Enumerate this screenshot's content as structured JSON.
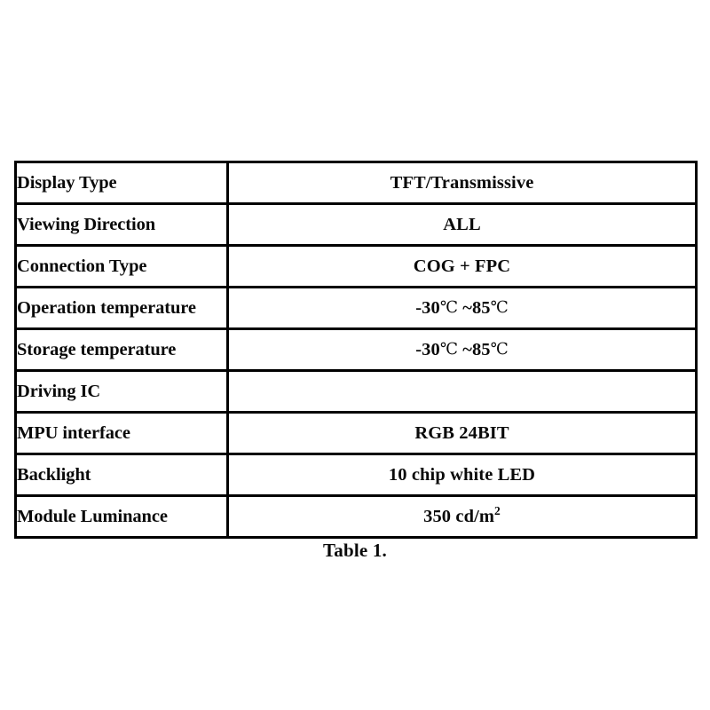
{
  "document": {
    "background_color": "#ffffff",
    "text_color": "#0a0a0a",
    "border_color": "#000000"
  },
  "table": {
    "caption": "Table 1.",
    "column_count": 2,
    "row_count": 9,
    "rows": [
      {
        "label": "Display Type",
        "value": "TFT/Transmissive"
      },
      {
        "label": "Viewing Direction",
        "value": "ALL"
      },
      {
        "label": "Connection Type",
        "value": "COG + FPC"
      },
      {
        "label": "Operation temperature",
        "value_prefix": "-30",
        "value_unit_1": "℃",
        "value_mid": "  ~85",
        "value_unit_2": "℃"
      },
      {
        "label": "Storage temperature",
        "value_prefix": "-30",
        "value_unit_1": "℃",
        "value_mid": "  ~85",
        "value_unit_2": "℃"
      },
      {
        "label": "Driving IC",
        "value": ""
      },
      {
        "label": "MPU interface",
        "value": "RGB 24BIT"
      },
      {
        "label": "Backlight",
        "value": "10 chip white LED"
      },
      {
        "label": "Module Luminance",
        "value_base": "350 cd/m",
        "value_sup": "2"
      }
    ]
  }
}
